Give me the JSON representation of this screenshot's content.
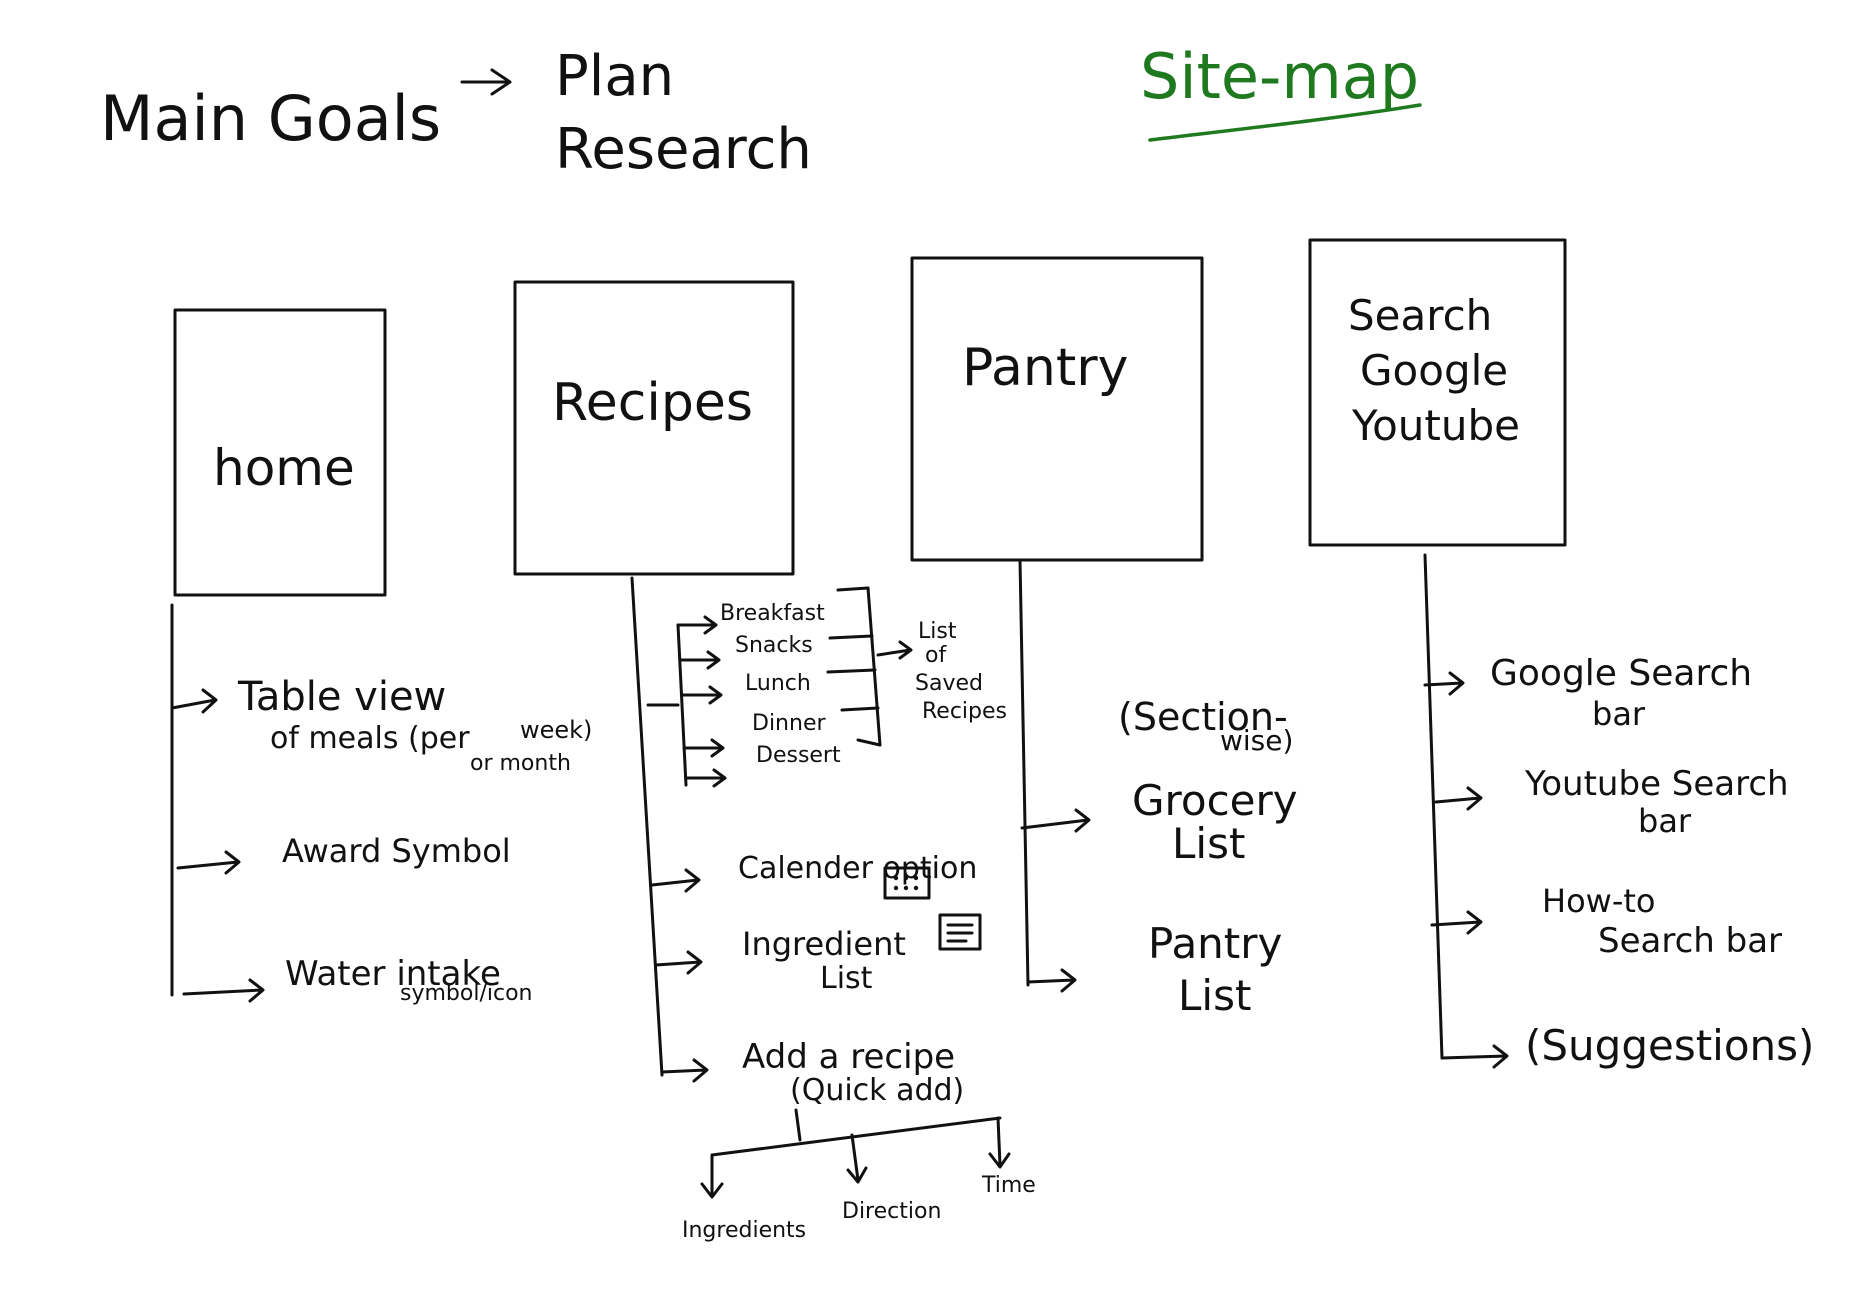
{
  "header": {
    "goals_label": "Main Goals",
    "goal_1": "Plan",
    "goal_2": "Research",
    "title": "Site-map"
  },
  "sections": {
    "home": {
      "title": "home",
      "items": {
        "table_view_line1": "Table view",
        "table_view_line2": "of meals (per",
        "table_view_line3": "week)",
        "table_view_line4": "or month",
        "award": "Award Symbol",
        "water_line1": "Water intake",
        "water_line2": "symbol/icon"
      }
    },
    "recipes": {
      "title": "Recipes",
      "meals": [
        "Breakfast",
        "Snacks",
        "Lunch",
        "Dinner",
        "Dessert"
      ],
      "saved_line1": "List",
      "saved_line2": "of",
      "saved_line3": "Saved",
      "saved_line4": "Recipes",
      "calendar": "Calender option",
      "ingredient_line1": "Ingredient",
      "ingredient_line2": "List",
      "add_line1": "Add a recipe",
      "add_line2": "(Quick add)",
      "add_children": [
        "Ingredients",
        "Direction",
        "Time"
      ]
    },
    "pantry": {
      "title": "Pantry",
      "section_line1": "(Section-",
      "section_line2": "wise)",
      "grocery_line1": "Grocery",
      "grocery_line2": "List",
      "pantry_line1": "Pantry",
      "pantry_line2": "List"
    },
    "search": {
      "title_line1": "Search",
      "title_line2": "Google",
      "title_line3": "Youtube",
      "google_line1": "Google Search",
      "google_line2": "bar",
      "youtube_line1": "Youtube Search",
      "youtube_line2": "bar",
      "howto_line1": "How-to",
      "howto_line2": "Search bar",
      "suggestions": "(Suggestions)"
    }
  }
}
